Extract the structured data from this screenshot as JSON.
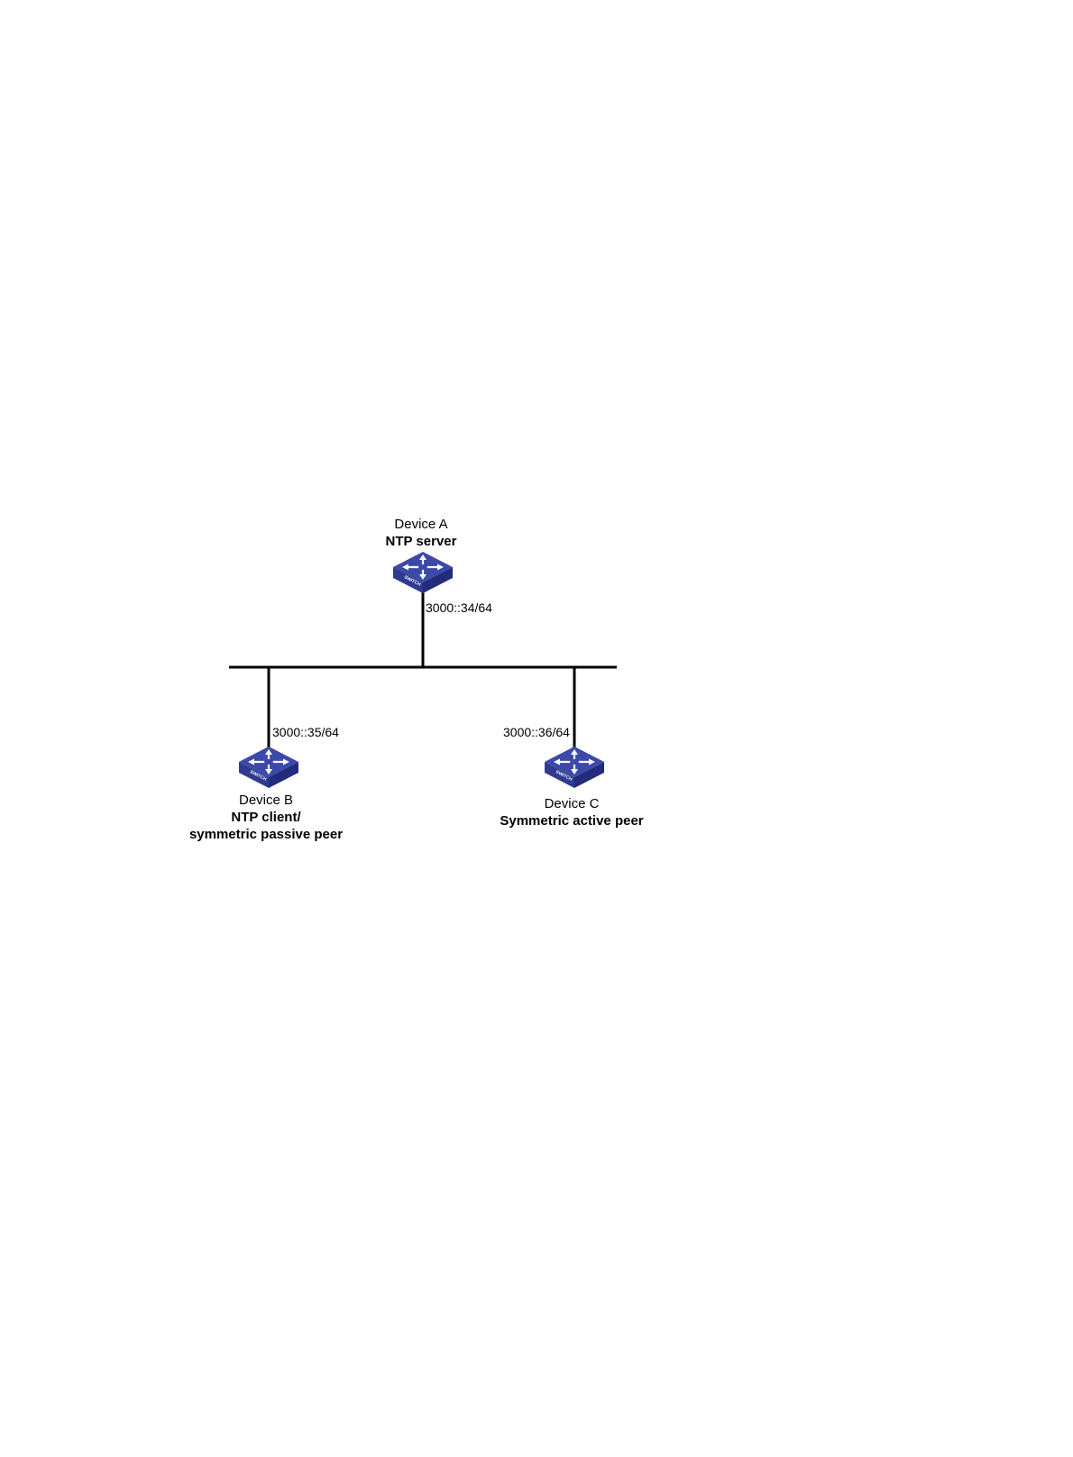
{
  "colors": {
    "link": "#000000",
    "switch_top": "#3d49a8",
    "switch_side": "#232c7a",
    "switch_front": "#2f3a90",
    "switch_arrows": "#ffffff"
  },
  "devices": [
    {
      "id": "device-a",
      "icon": "switch-icon",
      "name": "Device A",
      "role_line1": "NTP server",
      "role_line2": "",
      "ip": "3000::34/64"
    },
    {
      "id": "device-b",
      "icon": "switch-icon",
      "name": "Device B",
      "role_line1": "NTP client/",
      "role_line2": "symmetric passive peer",
      "ip": "3000::35/64"
    },
    {
      "id": "device-c",
      "icon": "switch-icon",
      "name": "Device C",
      "role_line1": "Symmetric active peer",
      "role_line2": "",
      "ip": "3000::36/64"
    }
  ],
  "switch_label": "SWITCH"
}
